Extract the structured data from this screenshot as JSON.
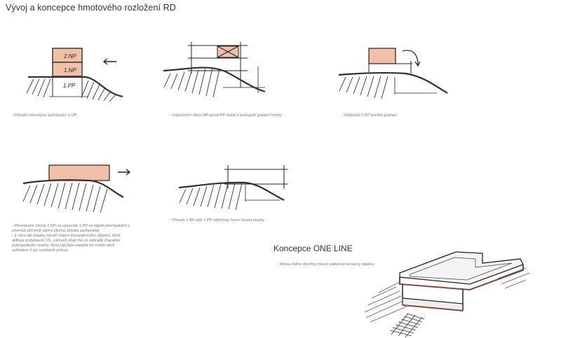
{
  "title": "Vývoj a koncepce hmotového rozložení RD",
  "sketch1": {
    "label_2np": "2.NP",
    "label_1np": "1.NP",
    "label_1pp": "1.PP"
  },
  "captions": {
    "c1": "- Původní koncepce vycházející z ÚP",
    "c2": "- Uskočením obou NP oproti PP došlo k postupné gradaci hmoty",
    "c3": "- Odejmutí 2.NP posílilo gradaci",
    "c4": [
      "- Přesunutím hmoty 2.NP na vysunuté 1.PP se objekt zkompaktnil a",
      "zmenšil, přičemž užitná plocha zůstala zachována",
      "- Z ulice tak stavba vytváří dojem dvoupatrového objektu, čímž",
      "splňuje požadavek ÚS, zároveň však má ze zahrady charakter",
      "jednopodlažní stavby, která tak lépe zapadá do svého okolí",
      "vzhledem k její vyvýšené poloze"
    ],
    "c5": "- Přesah 1.NP vůči 1.PP odlehčuje horní hmotu stavby"
  },
  "concept": {
    "heading": "Koncepce ONE LINE",
    "text": "- Křivka obíhá všechny hlavní pobytové prostory objektu"
  },
  "colors": {
    "mass": "#f1c0a8",
    "ink": "#2a2522",
    "earth": "#4a3a34"
  }
}
